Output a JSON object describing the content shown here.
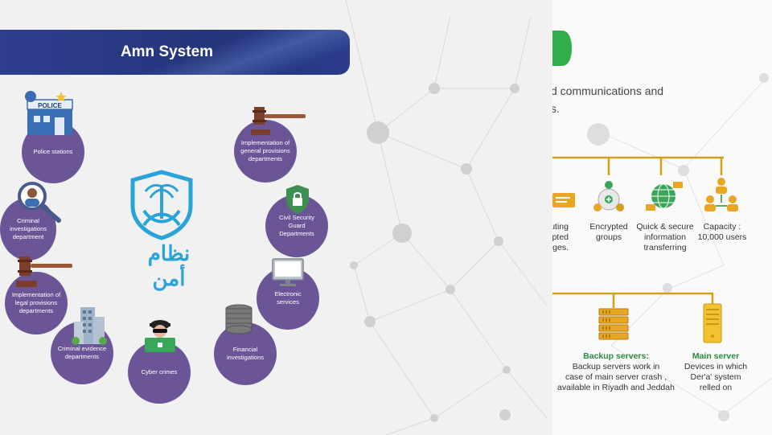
{
  "left_slide": {
    "title": "Amn System",
    "logo_text": "نظام أمن",
    "bubbles": [
      {
        "label": "Police stations"
      },
      {
        "label": "Criminal investigations department"
      },
      {
        "label": "Implementation of legal provisions departments"
      },
      {
        "label": "Criminal evidence departments"
      },
      {
        "label": "Cyber crimes"
      },
      {
        "label": "Financial investigations"
      },
      {
        "label": "Electronic services"
      },
      {
        "label": "Civil Security Guard Departments"
      },
      {
        "label": "Implementation of general provisions departments"
      }
    ],
    "police_sign": "POLICE"
  },
  "right_slide": {
    "intro_line1": "d communications and",
    "intro_line2": "s.",
    "features": [
      {
        "label_lines": [
          "uting",
          "pted",
          "ges."
        ]
      },
      {
        "label_lines": [
          "Encrypted",
          "groups"
        ]
      },
      {
        "label_lines": [
          "Quick & secure",
          "information",
          "transferring"
        ]
      },
      {
        "label_lines": [
          "Capacity :",
          "10,000 users"
        ]
      }
    ],
    "servers": [
      {
        "title": "Backup servers:",
        "desc_lines": [
          "Backup servers work in",
          "case of main server crash ,",
          "available in Riyadh and Jeddah"
        ]
      },
      {
        "title": "Main server",
        "desc_lines": [
          "Devices in which",
          "Der'a' system",
          "relled on"
        ]
      }
    ]
  },
  "colors": {
    "title_bar": "#2e3f8f",
    "bubble": "#6b5596",
    "gold": "#d4a017",
    "green": "#2d8a3e",
    "logo_blue": "#29a3d8"
  }
}
